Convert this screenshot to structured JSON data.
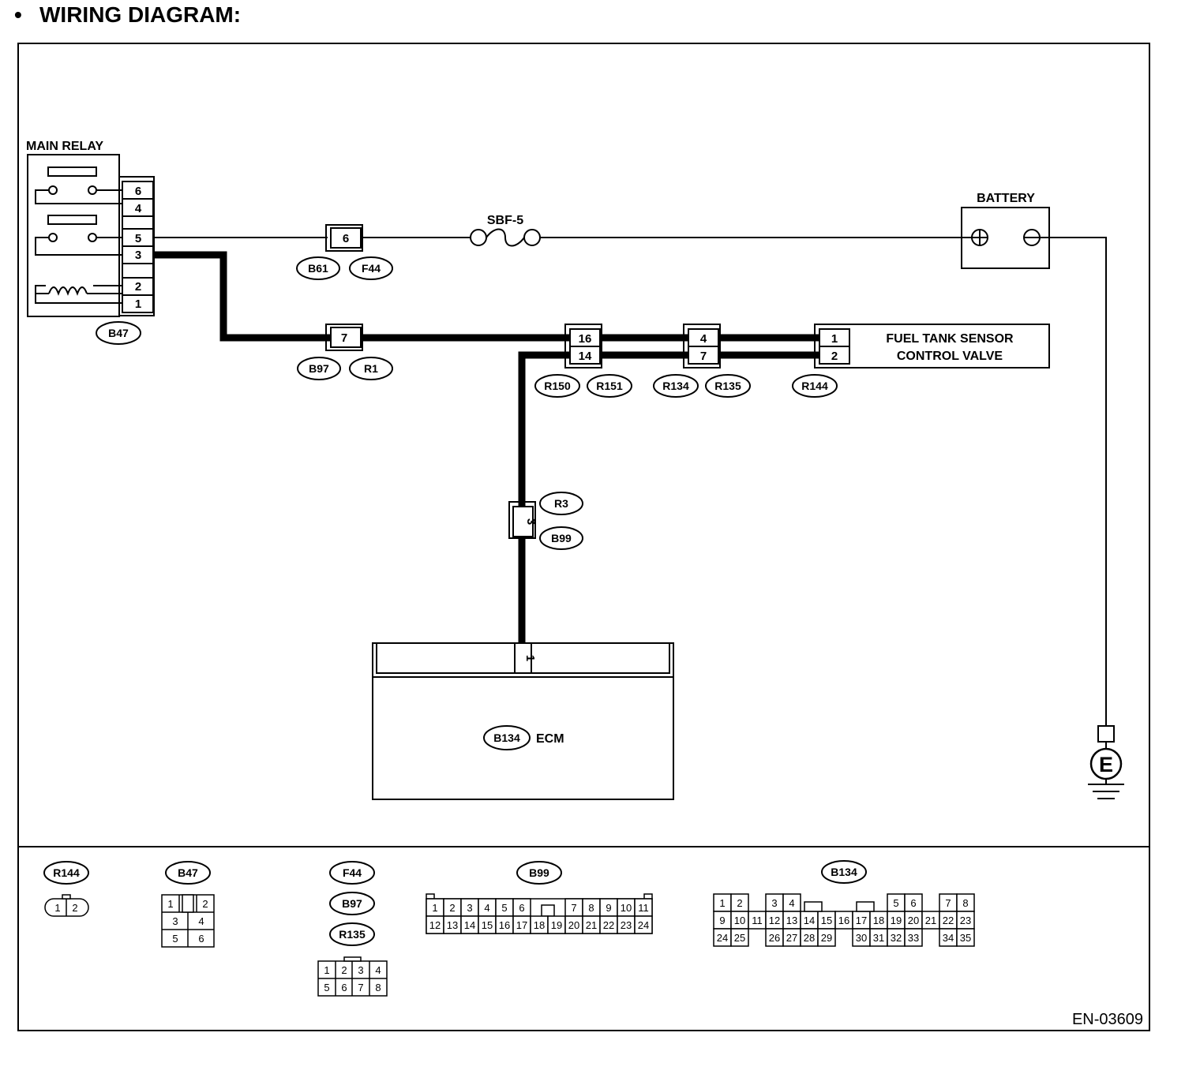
{
  "heading": {
    "bullet": "•",
    "text": "WIRING DIAGRAM:"
  },
  "main_relay": {
    "label": "MAIN RELAY",
    "pins": [
      "6",
      "4",
      "5",
      "3",
      "",
      "2",
      "1"
    ],
    "connector": "B47"
  },
  "battery": {
    "label": "BATTERY"
  },
  "fuse": {
    "label": "SBF-5"
  },
  "joint_b61_f44": {
    "pin": "6",
    "connectors": [
      "B61",
      "F44"
    ]
  },
  "joint_b97_r1": {
    "pin": "7",
    "connectors": [
      "B97",
      "R1"
    ]
  },
  "joint_r150_r151": {
    "pins": [
      "16",
      "14"
    ],
    "connectors": [
      "R150",
      "R151"
    ]
  },
  "joint_r134_r135": {
    "pins": [
      "4",
      "7"
    ],
    "connectors": [
      "R134",
      "R135"
    ]
  },
  "fuel_tank_valve": {
    "label_line1": "FUEL TANK SENSOR",
    "label_line2": "CONTROL VALVE",
    "pins": [
      "1",
      "2"
    ],
    "connector": "R144"
  },
  "joint_r3_b99": {
    "pin": "3",
    "connectors": [
      "R3",
      "B99"
    ]
  },
  "ecm": {
    "label": "ECM",
    "connector": "B134",
    "pin": "1"
  },
  "ground": {
    "label": "E"
  },
  "legend": {
    "r144": {
      "name": "R144",
      "pins": [
        "1",
        "2"
      ]
    },
    "b47": {
      "name": "B47",
      "rows": [
        [
          "1",
          "2"
        ],
        [
          "3",
          "4"
        ],
        [
          "5",
          "6"
        ]
      ]
    },
    "f44_group": {
      "names": [
        "F44",
        "B97",
        "R135"
      ],
      "rows": [
        [
          "1",
          "2",
          "3",
          "4"
        ],
        [
          "5",
          "6",
          "7",
          "8"
        ]
      ]
    },
    "b99": {
      "name": "B99",
      "row1": [
        "1",
        "2",
        "3",
        "4",
        "5",
        "6",
        "7",
        "8",
        "9",
        "10",
        "11"
      ],
      "row2": [
        "12",
        "13",
        "14",
        "15",
        "16",
        "17",
        "18",
        "19",
        "20",
        "21",
        "22",
        "23",
        "24"
      ]
    },
    "b134": {
      "name": "B134",
      "row1": [
        "1",
        "2",
        "3",
        "4",
        "5",
        "6",
        "7",
        "8"
      ],
      "row2": [
        "9",
        "10",
        "11",
        "12",
        "13",
        "14",
        "15",
        "16",
        "17",
        "18",
        "19",
        "20",
        "21",
        "22",
        "23"
      ],
      "row3": [
        "24",
        "25",
        "26",
        "27",
        "28",
        "29",
        "30",
        "31",
        "32",
        "33",
        "34",
        "35"
      ]
    }
  },
  "doc_code": "EN-03609"
}
